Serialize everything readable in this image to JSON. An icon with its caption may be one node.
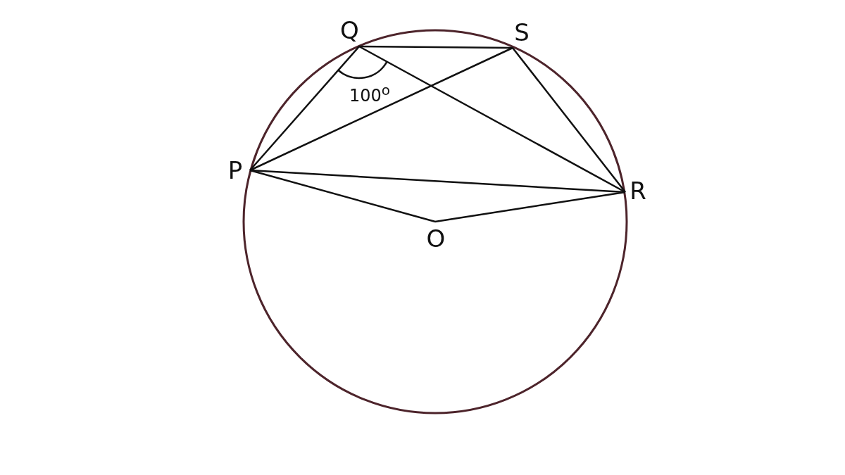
{
  "diagram": {
    "nodes": [
      {
        "text": [
          "Q"
        ]
      },
      {
        "text": [
          "S"
        ]
      },
      {
        "text": [
          "P"
        ]
      },
      {
        "text": [
          "R"
        ]
      },
      {
        "text": [
          "O"
        ]
      }
    ],
    "edges": [
      {
        "from": 2,
        "to": 0,
        "arrow": "none"
      },
      {
        "from": 0,
        "to": 1,
        "arrow": "none"
      },
      {
        "from": 1,
        "to": 3,
        "arrow": "none"
      },
      {
        "from": 2,
        "to": 1,
        "arrow": "none"
      },
      {
        "from": 0,
        "to": 3,
        "arrow": "none"
      },
      {
        "from": 2,
        "to": 3,
        "arrow": "none"
      },
      {
        "from": 2,
        "to": 4,
        "arrow": "none"
      },
      {
        "from": 4,
        "to": 3,
        "arrow": "none"
      }
    ],
    "labels": [
      "100$^{o}$"
    ]
  }
}
